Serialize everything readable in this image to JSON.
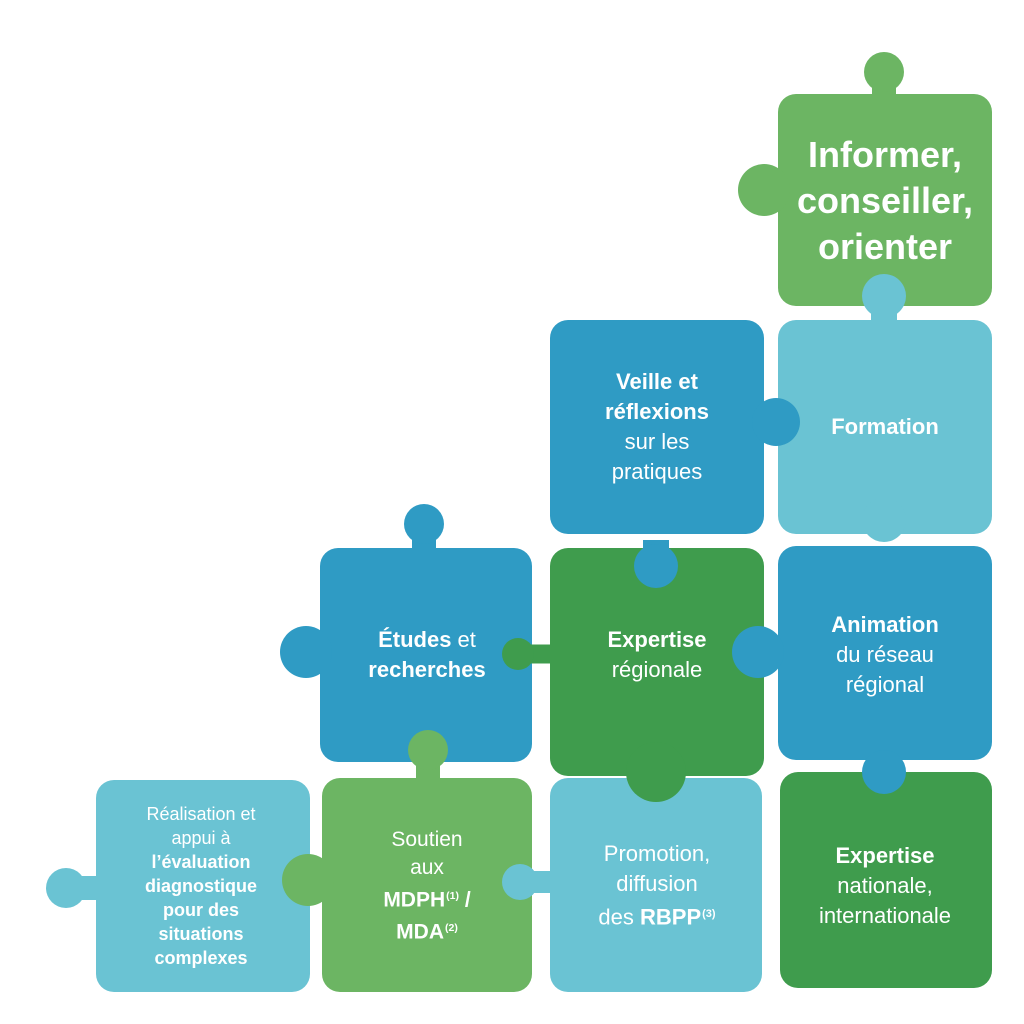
{
  "colors": {
    "green_light": "#6cb563",
    "green_dark": "#3f9c4d",
    "blue_dark": "#2f9bc4",
    "blue_light": "#6ac3d3",
    "text": "#ffffff"
  },
  "tiles": {
    "informer": {
      "line1": "Informer,",
      "line2": "conseiller,",
      "line3": "orienter"
    },
    "formation": {
      "line1": "Formation"
    },
    "veille": {
      "line1": "Veille et",
      "line2": "réflexions",
      "line3": "sur les",
      "line4": "pratiques"
    },
    "etudes": {
      "line1_bold": "Études",
      "line1_normal": " et",
      "line2": "recherches"
    },
    "expertise_regionale": {
      "line1": "Expertise",
      "line2": "régionale"
    },
    "animation": {
      "line1": "Animation",
      "line2": "du réseau",
      "line3": "régional"
    },
    "realisation": {
      "line1": "Réalisation et",
      "line2": "appui à",
      "line3": "l’évaluation",
      "line4": "diagnostique",
      "line5": "pour des",
      "line6": "situations",
      "line7": "complexes"
    },
    "soutien": {
      "line1": "Soutien",
      "line2": "aux",
      "line3": "MDPH",
      "line3_note": "(1)",
      "line3_sep": " /",
      "line4": "MDA",
      "line4_note": "(2)"
    },
    "promotion": {
      "line1": "Promotion,",
      "line2": "diffusion",
      "line3_normal": "des ",
      "line3_bold": "RBPP",
      "line3_note": "(3)"
    },
    "expertise_nationale": {
      "line1": "Expertise",
      "line2": "nationale,",
      "line3": "internationale"
    }
  }
}
